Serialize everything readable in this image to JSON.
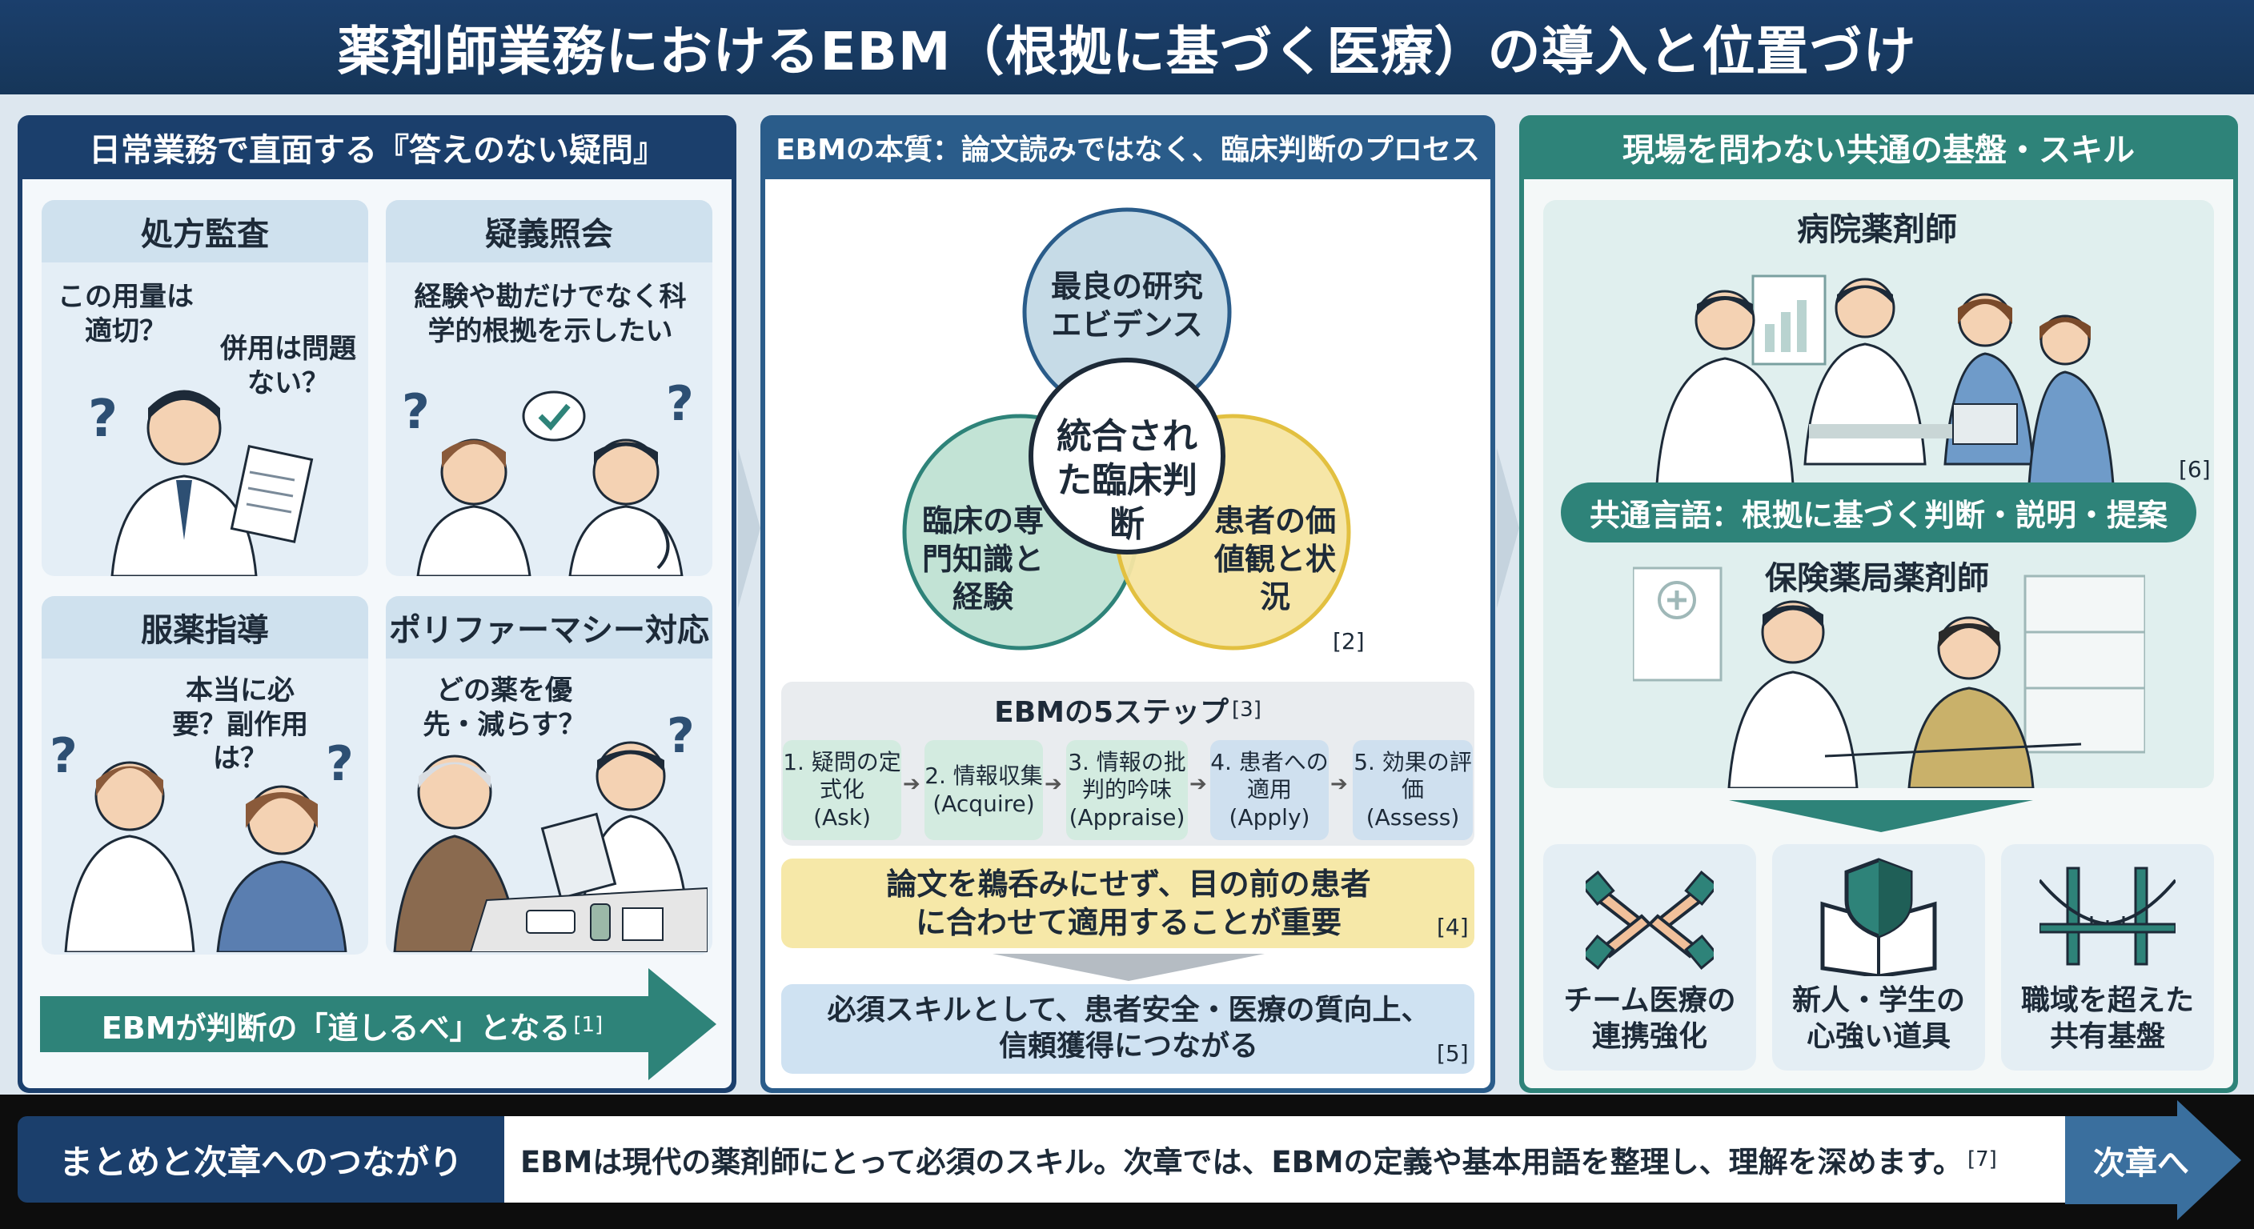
{
  "header": {
    "title": "薬剤師業務におけるEBM（根拠に基づく医療）の導入と位置づけ"
  },
  "left_panel": {
    "title": "日常業務で直面する『答えのない疑問』",
    "cards": [
      {
        "title": "処方監査",
        "bubbles": [
          "この用量は適切？",
          "併用は問題ない？"
        ]
      },
      {
        "title": "疑義照会",
        "bubbles": [
          "経験や勘だけでなく科学的根拠を示したい"
        ]
      },
      {
        "title": "服薬指導",
        "bubbles": [
          "本当に必要？副作用は？"
        ]
      },
      {
        "title": "ポリファーマシー対応",
        "bubbles": [
          "どの薬を優先・減らす？"
        ]
      }
    ],
    "arrow_label": "EBMが判断の「道しるべ」となる",
    "arrow_ref": "[1]"
  },
  "center_panel": {
    "title": "EBMの本質：論文読みではなく、臨床判断のプロセス",
    "venn": {
      "top": "最良の研究エビデンス",
      "left": "臨床の専門知識と経験",
      "right": "患者の価値観と状況",
      "center": "統合された臨床判断",
      "ref": "[2]"
    },
    "steps_title": "EBMの5ステップ",
    "steps_ref": "[3]",
    "steps": [
      {
        "label": "1. 疑問の定式化",
        "en": "(Ask)"
      },
      {
        "label": "2. 情報収集",
        "en": "(Acquire)"
      },
      {
        "label": "3. 情報の批判的吟味",
        "en": "(Appraise)"
      },
      {
        "label": "4. 患者への適用",
        "en": "(Apply)"
      },
      {
        "label": "5. 効果の評価",
        "en": "(Assess)"
      }
    ],
    "note": "論文を鵜呑みにせず、目の前の患者に合わせて適用することが重要",
    "note_ref": "[4]",
    "skill": "必須スキルとして、患者安全・医療の質向上、信頼獲得につながる",
    "skill_ref": "[5]"
  },
  "right_panel": {
    "title": "現場を問わない共通の基盤・スキル",
    "hospital_label": "病院薬剤師",
    "hospital_ref": "[6]",
    "common_language": "共通言語：根拠に基づく判断・説明・提案",
    "pharmacy_label": "保険薬局薬剤師",
    "benefits": [
      {
        "label": "チーム医療の連携強化",
        "icon": "handshake-icon"
      },
      {
        "label": "新人・学生の心強い道具",
        "icon": "shield-book-icon"
      },
      {
        "label": "職域を超えた共有基盤",
        "icon": "bridge-icon"
      }
    ]
  },
  "footer": {
    "label": "まとめと次章へのつながり",
    "text": "EBMは現代の薬剤師にとって必須のスキル。次章では、EBMの定義や基本用語を整理し、理解を深めます。",
    "ref": "[7]",
    "next": "次章へ"
  },
  "colors": {
    "navy": "#1b3f6c",
    "teal": "#2e8379",
    "venn_blue": "#c6dbe7",
    "venn_green": "#bfe1d3",
    "venn_yellow": "#f6e5a2"
  }
}
